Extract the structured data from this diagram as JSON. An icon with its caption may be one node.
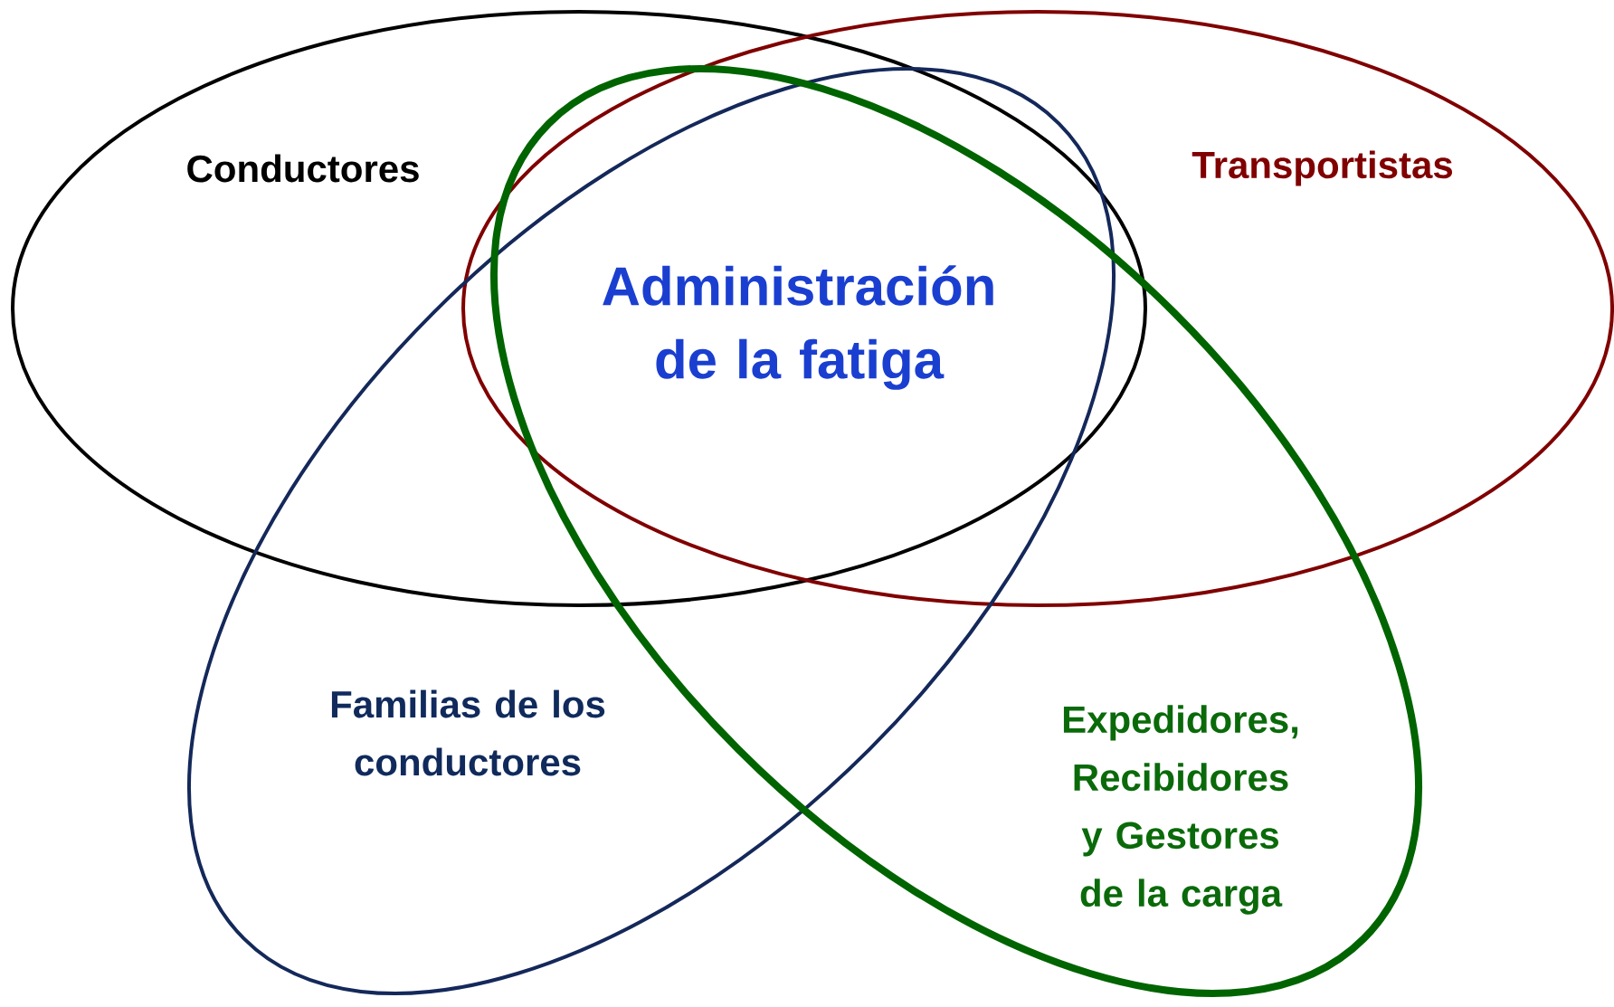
{
  "diagram": {
    "nodes": [
      {
        "text": [
          "Conductores"
        ]
      },
      {
        "text": [
          "Transportistas"
        ]
      },
      {
        "text": [
          "Familias de los conductores"
        ]
      },
      {
        "text": [
          "Expedidores, Recibidores y Gestores de la carga"
        ]
      }
    ],
    "labels": [
      "Administración de la fatiga"
    ]
  }
}
